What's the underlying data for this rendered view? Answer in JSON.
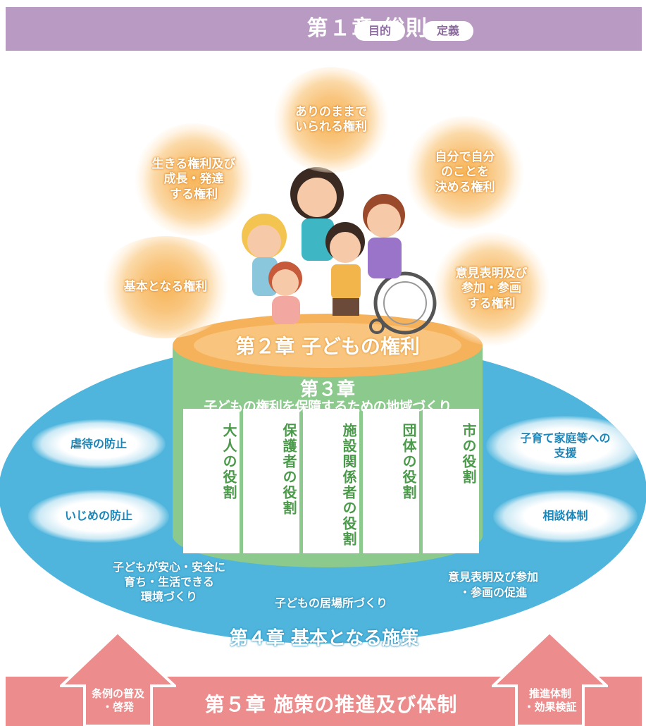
{
  "chapter1": {
    "title": "第１章 総則",
    "tags": [
      "目的",
      "定義"
    ]
  },
  "rights": [
    "ありのままで\nいられる権利",
    "生きる権利及び\n成長・発達\nする権利",
    "自分で自分\nのことを\n決める権利",
    "基本となる権利",
    "意見表明及び\n参加・参画\nする権利"
  ],
  "chapter2": {
    "title": "第２章 子どもの権利"
  },
  "chapter3": {
    "title": "第３章",
    "subtitle": "子どもの権利を保障するための地域づくり",
    "roles": [
      "大人の役割",
      "保護者の役割",
      "施設関係者の役割",
      "団体の役割",
      "市の役割"
    ]
  },
  "chapter4": {
    "title": "第４章 基本となる施策",
    "measures": [
      "虐待の防止",
      "いじめの防止",
      "子どもが安心・安全に\n育ち・生活できる\n環境づくり",
      "子どもの居場所づくり",
      "意見表明及び参加\n・参画の促進",
      "子育て家庭等への\n支援",
      "相談体制"
    ]
  },
  "chapter5": {
    "title": "第５章 施策の推進及び体制",
    "left_arrow": "条例の普及\n・啓発",
    "right_arrow": "推進体制\n・効果検証"
  },
  "colors": {
    "ch1": "#b99ac2",
    "ch2": "#f6b25a",
    "ch3": "#8cc98c",
    "ch4": "#4fb5dd",
    "ch5": "#ec8c8c"
  }
}
